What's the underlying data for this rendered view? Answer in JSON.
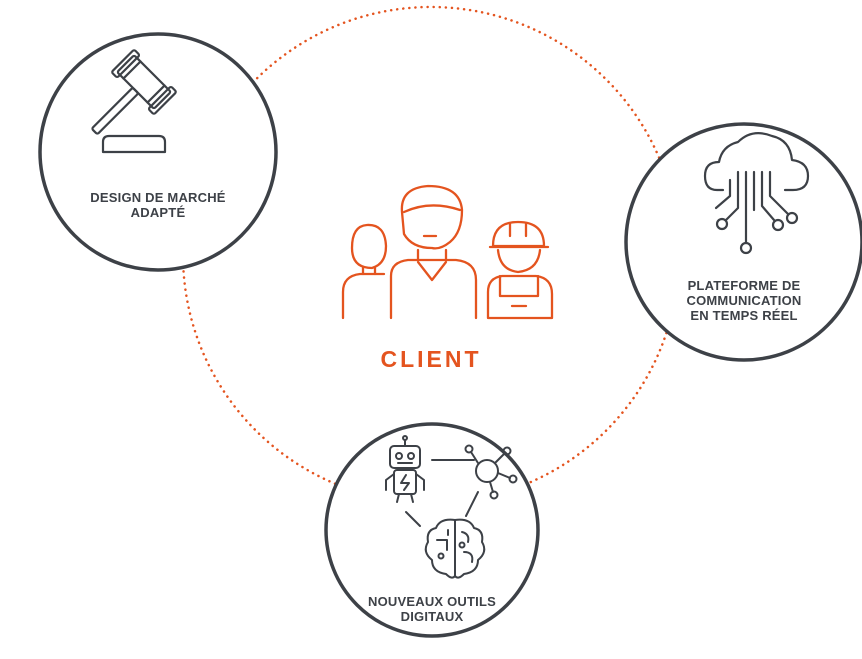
{
  "colors": {
    "accent": "#e4541f",
    "ink": "#3d4147",
    "background": "#ffffff"
  },
  "center": {
    "title": "CLIENT",
    "icon": "people-group-icon"
  },
  "nodes": [
    {
      "id": "market-design",
      "icon": "gavel-icon",
      "label_lines": [
        "DESIGN DE MARCHÉ",
        "ADAPTÉ"
      ]
    },
    {
      "id": "realtime-platform",
      "icon": "cloud-network-icon",
      "label_lines": [
        "PLATEFORME DE",
        "COMMUNICATION",
        "EN TEMPS RÉEL"
      ]
    },
    {
      "id": "digital-tools",
      "icon": "ai-robot-brain-icon",
      "label_lines": [
        "NOUVEAUX OUTILS",
        "DIGITAUX"
      ]
    }
  ]
}
